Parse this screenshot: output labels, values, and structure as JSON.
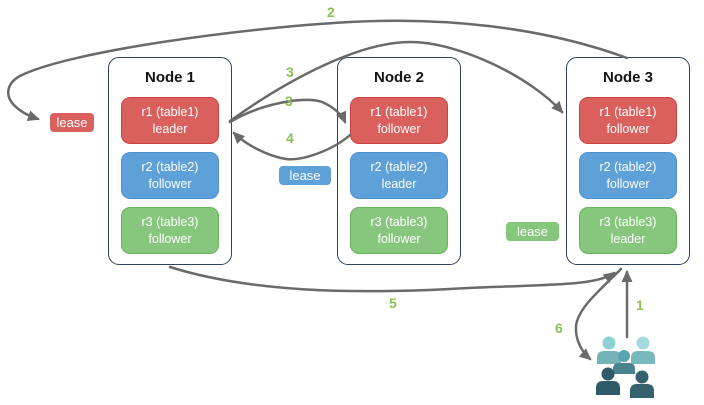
{
  "nodes": [
    {
      "title": "Node 1",
      "replicas": [
        {
          "name": "r1 (table1)",
          "role": "leader",
          "color": "red"
        },
        {
          "name": "r2 (table2)",
          "role": "follower",
          "color": "blue"
        },
        {
          "name": "r3 (table3)",
          "role": "follower",
          "color": "green"
        }
      ]
    },
    {
      "title": "Node 2",
      "replicas": [
        {
          "name": "r1 (table1)",
          "role": "follower",
          "color": "red"
        },
        {
          "name": "r2 (table2)",
          "role": "leader",
          "color": "blue"
        },
        {
          "name": "r3 (table3)",
          "role": "follower",
          "color": "green"
        }
      ]
    },
    {
      "title": "Node 3",
      "replicas": [
        {
          "name": "r1 (table1)",
          "role": "follower",
          "color": "red"
        },
        {
          "name": "r2 (table2)",
          "role": "follower",
          "color": "blue"
        },
        {
          "name": "r3 (table3)",
          "role": "leader",
          "color": "green"
        }
      ]
    }
  ],
  "leases": {
    "red": {
      "label": "lease",
      "color": "#d9605c"
    },
    "blue": {
      "label": "lease",
      "color": "#5ea1d8"
    },
    "green": {
      "label": "lease",
      "color": "#87c67d"
    }
  },
  "steps": {
    "s1": "1",
    "s2": "2",
    "s3a": "3",
    "s3b": "3",
    "s4": "4",
    "s5": "5",
    "s6": "6"
  },
  "icons": {
    "users": "users-group-icon"
  },
  "colors": {
    "red_fill": "#d9605c",
    "red_border": "#c94440",
    "blue_fill": "#5ea1d8",
    "blue_border": "#4d92cf",
    "green_fill": "#87c67d",
    "green_border": "#68b35c",
    "node_border": "#2d4262",
    "arrow_gray": "#6a6a6a",
    "step_green": "#8cc152",
    "users_light_teal": "#8ed1d5",
    "users_teal": "#74b3b8",
    "users_mid_teal": "#58a4af",
    "users_slate": "#4a8290",
    "users_dark": "#2d5a68"
  }
}
